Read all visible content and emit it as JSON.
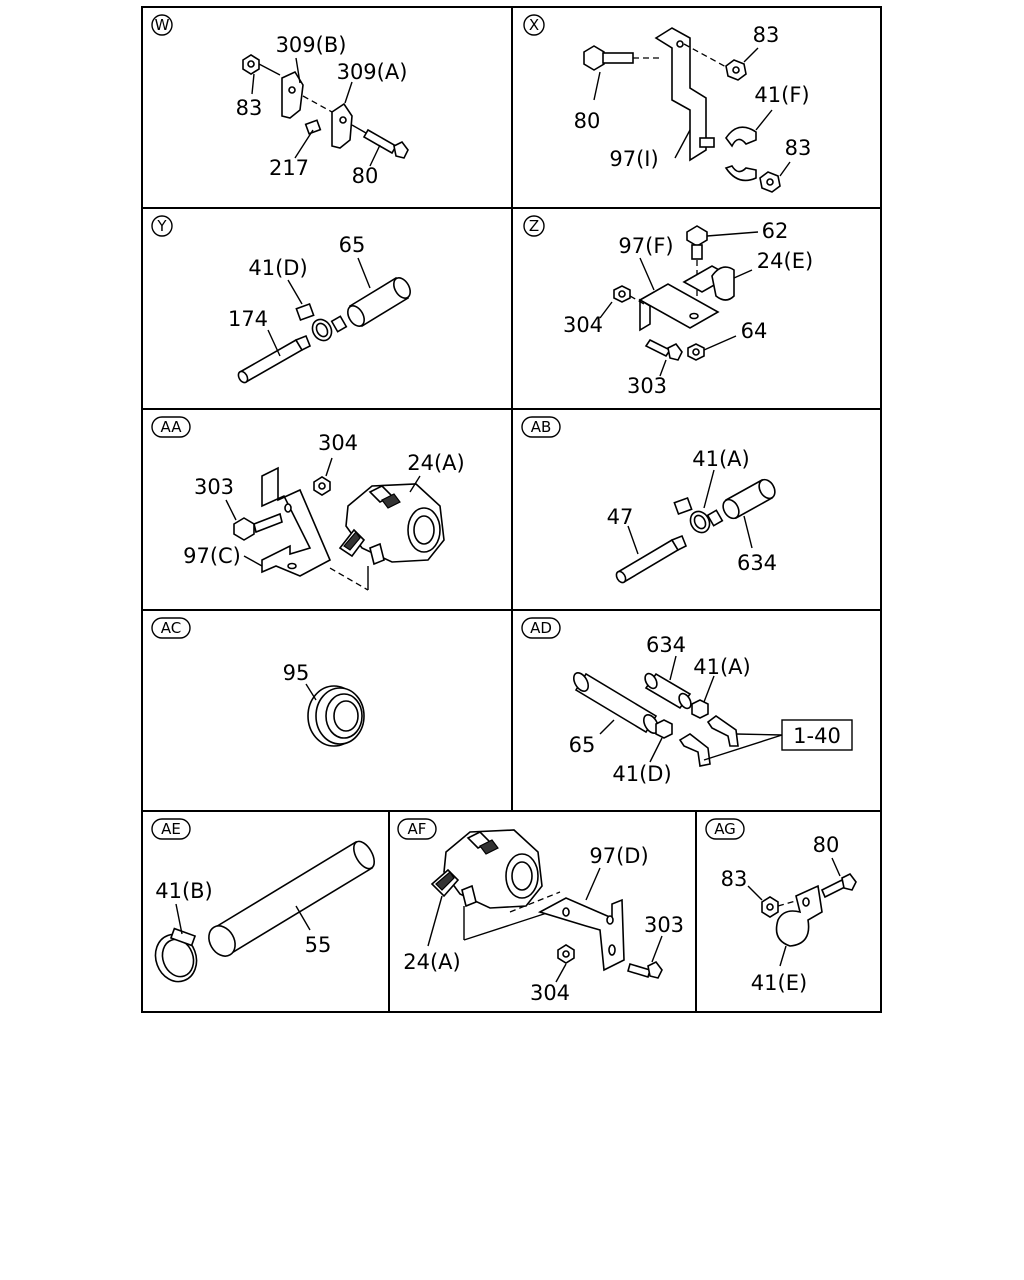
{
  "panels": {
    "W": {
      "tag": "W",
      "labels": [
        "309(B)",
        "309(A)",
        "83",
        "217",
        "80"
      ]
    },
    "X": {
      "tag": "X",
      "labels": [
        "83",
        "41(F)",
        "80",
        "97(I)",
        "83"
      ]
    },
    "Y": {
      "tag": "Y",
      "labels": [
        "65",
        "41(D)",
        "174"
      ]
    },
    "Z": {
      "tag": "Z",
      "labels": [
        "62",
        "97(F)",
        "24(E)",
        "304",
        "64",
        "303"
      ]
    },
    "AA": {
      "tag": "AA",
      "labels": [
        "304",
        "24(A)",
        "303",
        "97(C)"
      ]
    },
    "AB": {
      "tag": "AB",
      "labels": [
        "41(A)",
        "47",
        "634"
      ]
    },
    "AC": {
      "tag": "AC",
      "labels": [
        "95"
      ]
    },
    "AD": {
      "tag": "AD",
      "labels": [
        "634",
        "41(A)",
        "1-40",
        "65",
        "41(D)"
      ]
    },
    "AE": {
      "tag": "AE",
      "labels": [
        "41(B)",
        "55"
      ]
    },
    "AF": {
      "tag": "AF",
      "labels": [
        "97(D)",
        "303",
        "24(A)",
        "304"
      ]
    },
    "AG": {
      "tag": "AG",
      "labels": [
        "80",
        "83",
        "41(E)"
      ]
    }
  }
}
